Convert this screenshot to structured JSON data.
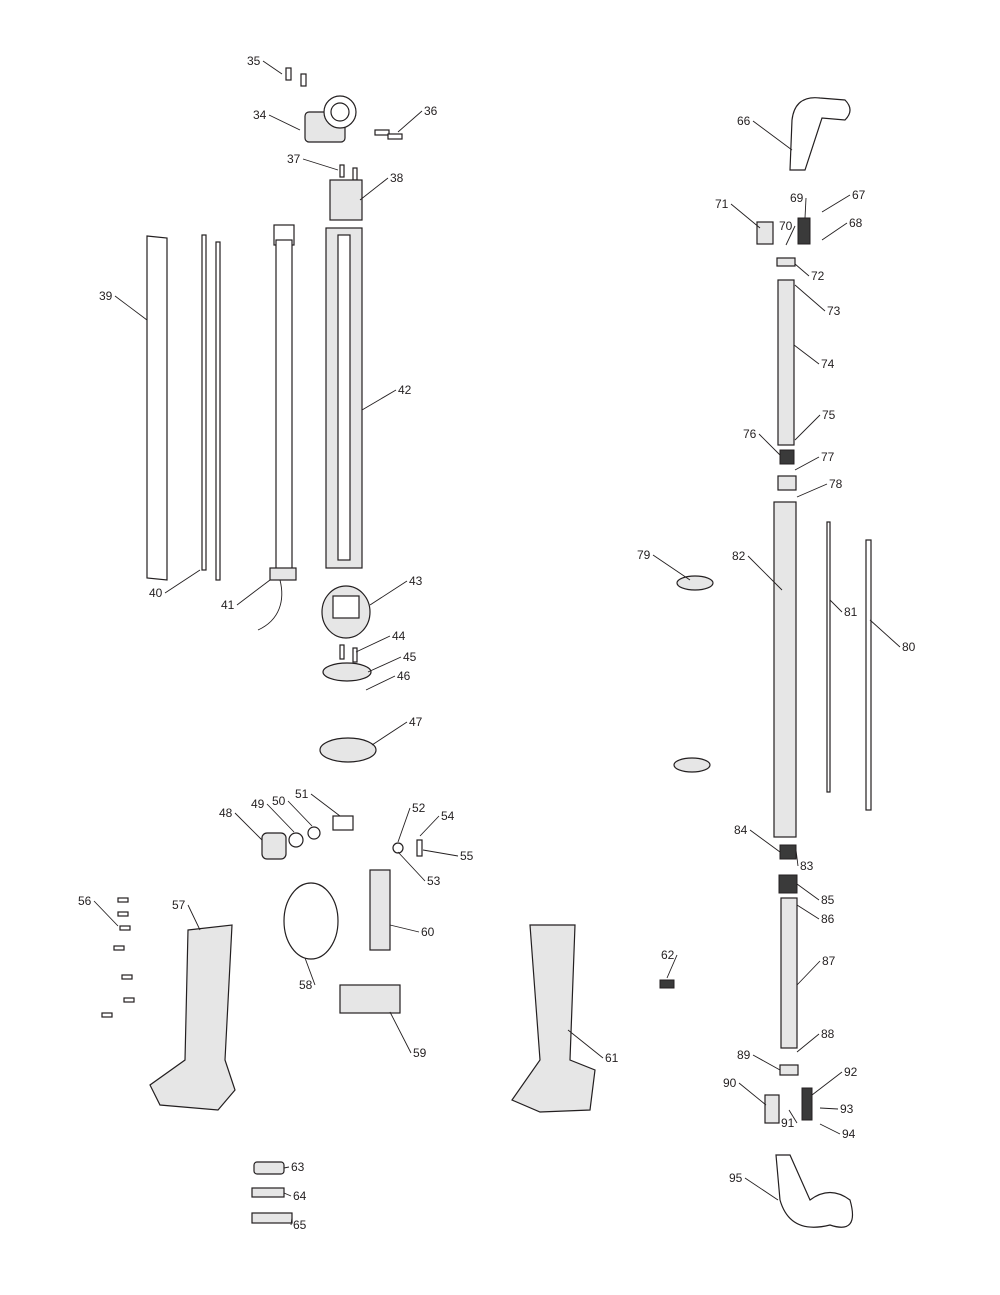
{
  "diagram": {
    "type": "exploded-parts-diagram",
    "part_numbers": [
      "34",
      "35",
      "36",
      "37",
      "38",
      "39",
      "40",
      "41",
      "42",
      "43",
      "44",
      "45",
      "46",
      "47",
      "48",
      "49",
      "50",
      "51",
      "52",
      "53",
      "54",
      "55",
      "56",
      "57",
      "58",
      "59",
      "60",
      "61",
      "62",
      "63",
      "64",
      "65",
      "66",
      "67",
      "68",
      "69",
      "70",
      "71",
      "72",
      "73",
      "74",
      "75",
      "76",
      "77",
      "78",
      "79",
      "80",
      "81",
      "82",
      "83",
      "84",
      "85",
      "86",
      "87",
      "88",
      "89",
      "90",
      "91",
      "92",
      "93",
      "94",
      "95"
    ]
  }
}
